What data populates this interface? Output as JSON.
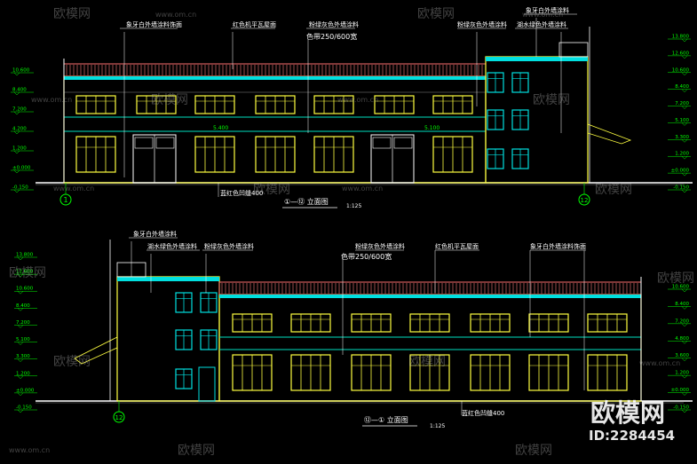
{
  "watermark": {
    "brand": "欧模网",
    "site": "www.om.cn",
    "big_brand": "欧模网",
    "id": "ID:2284454"
  },
  "top_elevation": {
    "title": "①—⑫ 立面图",
    "scale": "1:125",
    "annotations": {
      "a1": "象牙白外墙涂料饰面",
      "a2": "红色机平瓦屋面",
      "a3": "粉绿灰色外墙涂料",
      "a4": "色带250/600宽",
      "a5": "象牙白外墙涂料",
      "a6": "粉绿灰色外墙涂料",
      "a7": "湖水绿色外墙涂料",
      "a8": "蓝红色凹缝400",
      "a9": "5.400",
      "a10": "5.100"
    },
    "left_levels": [
      "10.600",
      "8.400",
      "7.200",
      "4.200",
      "1.200",
      "±0.000",
      "-0.150"
    ],
    "right_levels": [
      "13.800",
      "12.600",
      "10.600",
      "8.400",
      "7.200",
      "5.100",
      "3.300",
      "1.200",
      "±0.000",
      "-0.150"
    ],
    "axis_left": "1",
    "axis_right": "12"
  },
  "bottom_elevation": {
    "title": "⑫—① 立面图",
    "scale": "1:125",
    "annotations": {
      "b1": "象牙白外墙涂料",
      "b2": "湖水绿色外墙涂料",
      "b3": "粉绿灰色外墙涂料",
      "b4": "粉绿灰色外墙涂料",
      "b5": "色带250/600宽",
      "b6": "红色机平瓦屋面",
      "b7": "象牙白外墙涂料饰面",
      "b8": "蓝红色凹缝400"
    },
    "left_levels": [
      "13.800",
      "12.600",
      "10.600",
      "8.400",
      "7.200",
      "5.100",
      "3.300",
      "1.200",
      "±0.000",
      "-0.150"
    ],
    "right_levels": [
      "10.600",
      "8.400",
      "7.200",
      "4.800",
      "3.600",
      "1.200",
      "±0.000",
      "-0.150"
    ],
    "axis_left": "12"
  }
}
